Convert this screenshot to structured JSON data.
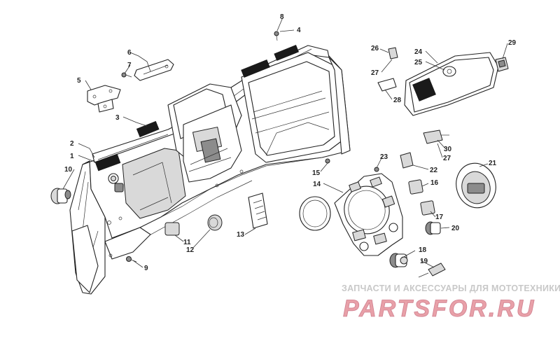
{
  "diagram": {
    "callouts": {
      "c1": "1",
      "c2": "2",
      "c3": "3",
      "c4": "4",
      "c5": "5",
      "c6": "6",
      "c7": "7",
      "c8": "8",
      "c9": "9",
      "c10": "10",
      "c11": "11",
      "c12": "12",
      "c13": "13",
      "c14": "14",
      "c15": "15",
      "c16": "16",
      "c17": "17",
      "c18": "18",
      "c19": "19",
      "c20": "20",
      "c21": "21",
      "c22": "22",
      "c23": "23",
      "c24": "24",
      "c25": "25",
      "c26": "26",
      "c27a": "27",
      "c27b": "27",
      "c28": "28",
      "c29": "29",
      "c30": "30"
    }
  },
  "watermark": {
    "caption": "ЗАПЧАСТИ И АКСЕССУАРЫ ДЛЯ МОТОТЕХНИКИ",
    "logo": "PARTSFOR.RU"
  },
  "colors": {
    "line": "#222222",
    "fill_shade": "#d9d9d9",
    "watermark_red": "#e8a0a8",
    "watermark_gray": "#c8c8c8"
  }
}
